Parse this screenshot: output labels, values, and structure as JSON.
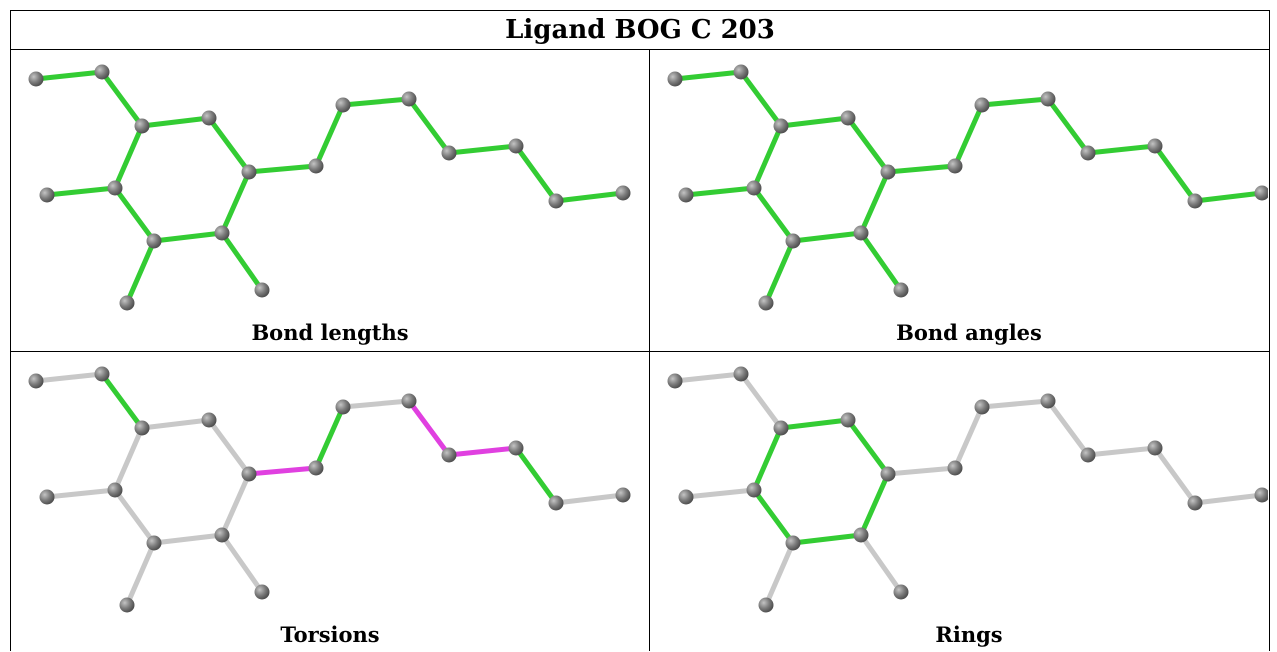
{
  "title": "Ligand BOG C 203",
  "colors": {
    "highlight": "#33cc33",
    "torsion_highlight": "#e040e0",
    "inactive": "#c8c8c8",
    "atom": "#7a7a7a"
  },
  "panels": [
    {
      "caption": "Bond lengths",
      "highlight": "all"
    },
    {
      "caption": "Bond angles",
      "highlight": "all"
    },
    {
      "caption": "Torsions",
      "highlight": "torsions"
    },
    {
      "caption": "Rings",
      "highlight": "ring"
    }
  ]
}
